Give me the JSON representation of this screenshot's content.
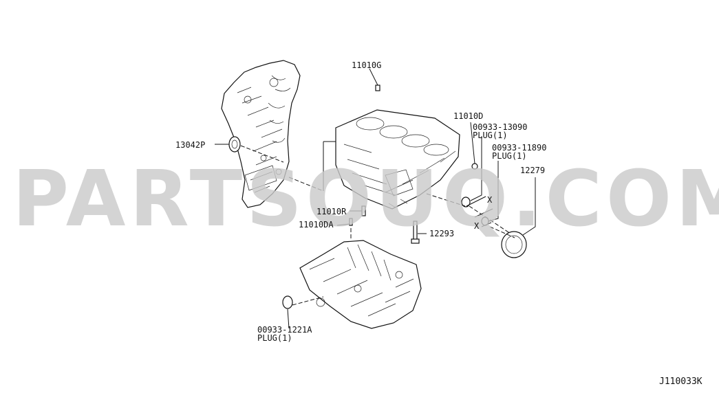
{
  "watermark": "PARTSOUQ.COM",
  "diagram_code": "J110033K",
  "labels": {
    "p11010G": "11010G",
    "p11010D": "11010D",
    "p00933_13090": "00933-13090",
    "p00933_13090_sub": "PLUG(1)",
    "p00933_11890": "00933-11890",
    "p00933_11890_sub": "PLUG(1)",
    "p12279": "12279",
    "p13042P": "13042P",
    "p11010R": "11010R",
    "p11010DA": "11010DA",
    "p12293": "12293",
    "p00933_1221A": "00933-1221A",
    "p00933_1221A_sub": "PLUG(1)",
    "x1": "X",
    "x2": "X"
  }
}
